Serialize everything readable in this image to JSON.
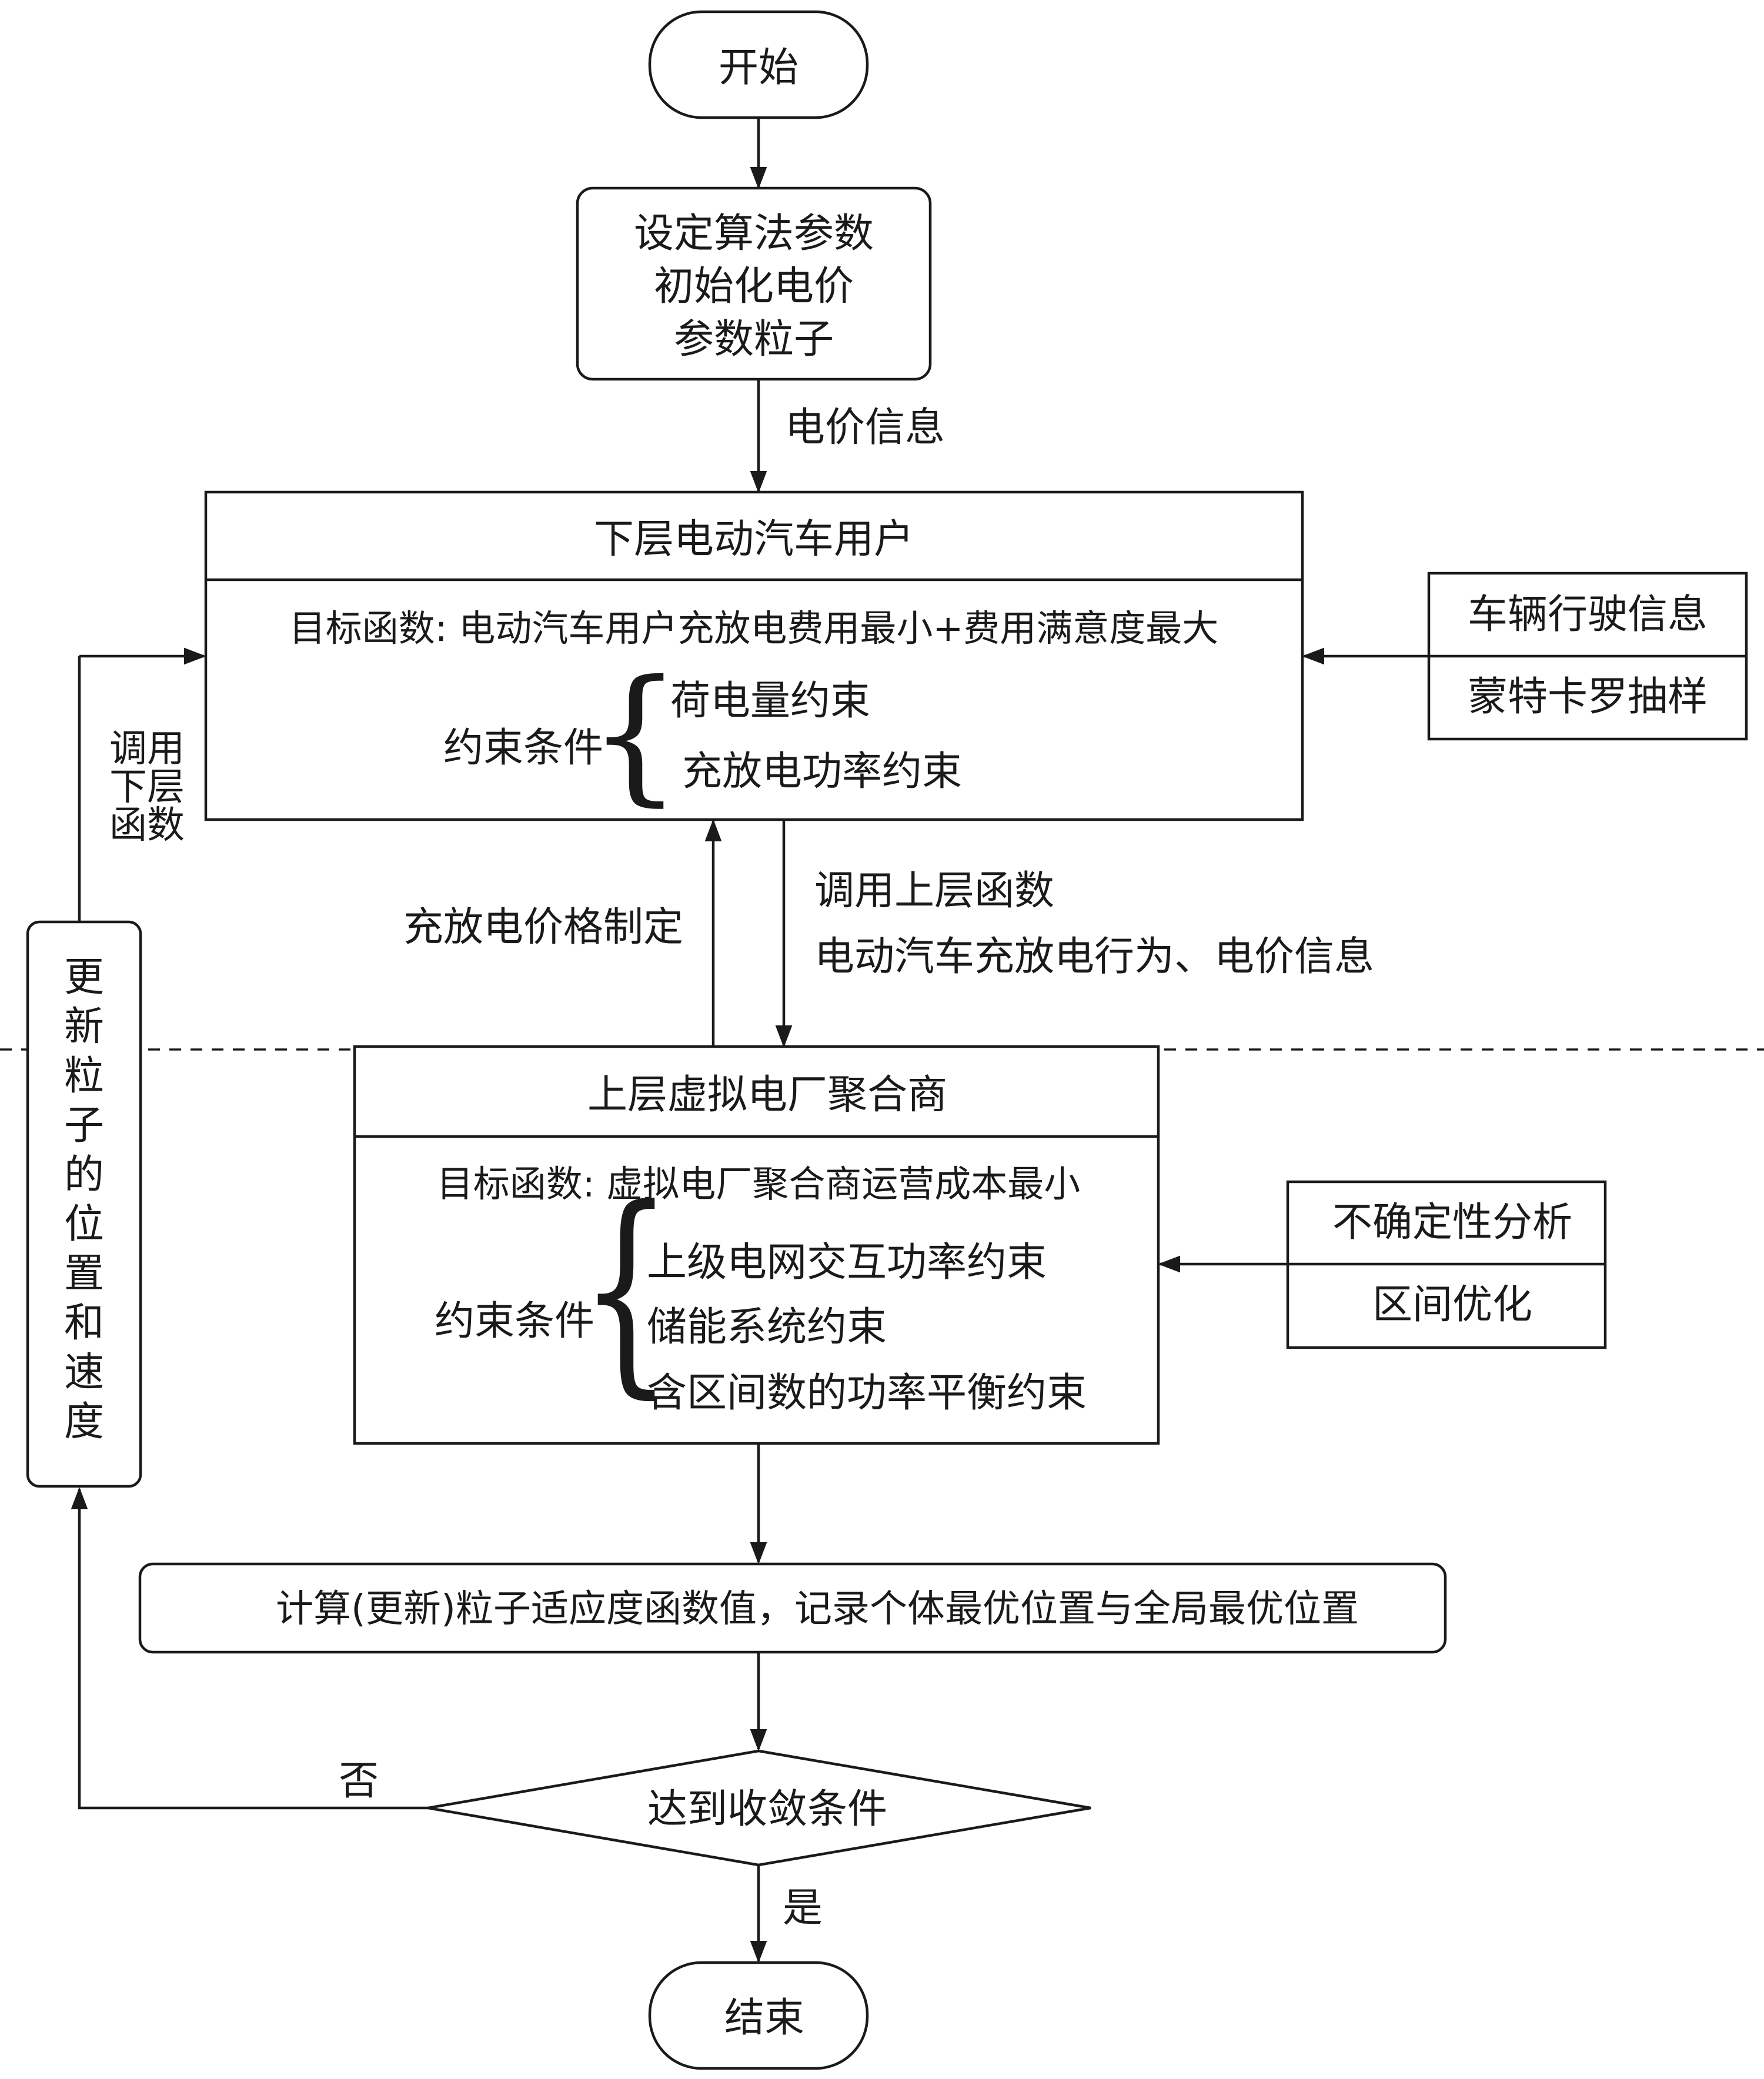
{
  "start": "开始",
  "init": {
    "lines": [
      "设定算法参数",
      "初始化电价",
      "参数粒子"
    ]
  },
  "arrow_price_info": "电价信息",
  "lower": {
    "title": "下层电动汽车用户",
    "objective": "目标函数: 电动汽车用户充放电费用最小+费用满意度最大",
    "constraint_label": "约束条件",
    "constraints": [
      "荷电量约束",
      "充放电功率约束"
    ]
  },
  "lower_input": {
    "lines": [
      "车辆行驶信息",
      "蒙特卡罗抽样"
    ]
  },
  "call_lower": [
    "调用",
    "下层",
    "函数"
  ],
  "update_particles": [
    "更",
    "新",
    "粒",
    "子",
    "的",
    "位",
    "置",
    "和",
    "速",
    "度"
  ],
  "price_setting": "充放电价格制定",
  "call_upper": "调用上层函数",
  "ev_behavior": "电动汽车充放电行为、电价信息",
  "upper": {
    "title": "上层虚拟电厂聚合商",
    "objective": "目标函数: 虚拟电厂聚合商运营成本最小",
    "constraint_label": "约束条件",
    "constraints": [
      "上级电网交互功率约束",
      "储能系统约束",
      "含区间数的功率平衡约束"
    ]
  },
  "upper_input": {
    "lines": [
      "不确定性分析",
      "区间优化"
    ]
  },
  "fitness": "计算(更新)粒子适应度函数值，记录个体最优位置与全局最优位置",
  "decision": "达到收敛条件",
  "no_label": "否",
  "yes_label": "是",
  "end": "结束",
  "colors": {
    "stroke": "#1a1a1a",
    "background": "#ffffff"
  }
}
